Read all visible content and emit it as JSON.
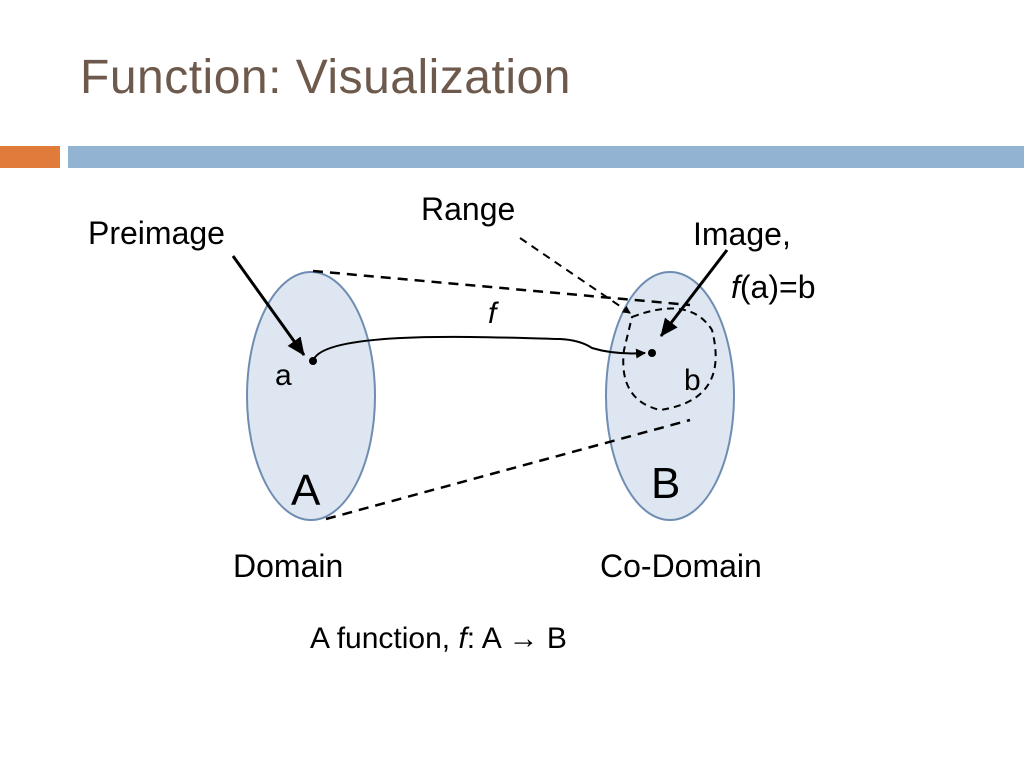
{
  "slide": {
    "title": "Function: Visualization"
  },
  "diagram": {
    "labels": {
      "preimage": "Preimage",
      "range": "Range",
      "image_line1": "Image,",
      "image_f": "f",
      "image_rest": "(a)=b",
      "f": "f",
      "a": "a",
      "b": "b",
      "set_a": "A",
      "set_b": "B",
      "domain": "Domain",
      "codomain": "Co-Domain"
    },
    "caption": {
      "prefix": "A function, ",
      "f": "f",
      "suffix": ": A → B"
    },
    "colors": {
      "set_fill": "#dde6f1",
      "set_stroke": "#6f8db3",
      "line": "#000000"
    }
  }
}
